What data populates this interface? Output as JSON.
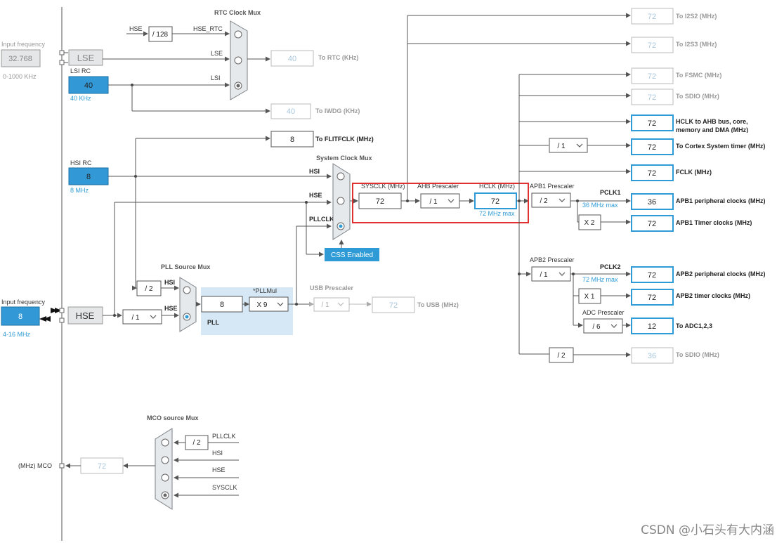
{
  "inputs": {
    "lse_input_label": "Input frequency",
    "lse_input_value": "32.768",
    "lse_input_range": "0-1000 KHz",
    "hse_input_label": "Input frequency",
    "hse_input_value": "8",
    "hse_input_range": "4-16 MHz",
    "mco_label": "(MHz) MCO",
    "mco_value": "72"
  },
  "oscillators": {
    "lse": "LSE",
    "lsi_title": "LSI RC",
    "lsi_value": "40",
    "lsi_unit": "40 KHz",
    "hsi_title": "HSI RC",
    "hsi_value": "8",
    "hsi_unit": "8 MHz",
    "hse": "HSE"
  },
  "rtc": {
    "title": "RTC Clock Mux",
    "hse_label": "HSE",
    "div128": "/ 128",
    "hse_rtc": "HSE_RTC",
    "lse_label": "LSE",
    "lsi_label": "LSI",
    "rtc_value": "40",
    "rtc_out": "To RTC (KHz)",
    "iwdg_value": "40",
    "iwdg_out": "To IWDG (KHz)",
    "flit_value": "8",
    "flit_out": "To FLITFCLK (MHz)"
  },
  "sysmux": {
    "title": "System Clock Mux",
    "hsi": "HSI",
    "hse": "HSE",
    "pllclk": "PLLCLK",
    "css": "CSS Enabled"
  },
  "pll": {
    "title": "PLL Source Mux",
    "hsi": "HSI",
    "hse": "HSE",
    "div2": "/ 2",
    "hse_div": "/ 1",
    "pll_in": "8",
    "pllmul_label": "*PLLMul",
    "pllmul": "X 9",
    "pll_label": "PLL"
  },
  "usb": {
    "title": "USB Prescaler",
    "div": "/ 1",
    "value": "72",
    "out": "To USB (MHz)"
  },
  "core": {
    "sysclk_label": "SYSCLK (MHz)",
    "sysclk": "72",
    "ahb_label": "AHB Prescaler",
    "ahb": "/ 1",
    "hclk_label": "HCLK (MHz)",
    "hclk": "72",
    "hclk_max": "72 MHz max"
  },
  "outputs": {
    "i2s2_value": "72",
    "i2s2": "To I2S2 (MHz)",
    "i2s3_value": "72",
    "i2s3": "To I2S3 (MHz)",
    "fsmc_value": "72",
    "fsmc": "To FSMC (MHz)",
    "sdio_value": "72",
    "sdio": "To SDIO (MHz)",
    "hclk_ahb_value": "72",
    "hclk_ahb_1": "HCLK to AHB bus, core,",
    "hclk_ahb_2": "memory and DMA (MHz)",
    "cortex_div": "/ 1",
    "cortex_value": "72",
    "cortex": "To Cortex System timer (MHz)",
    "fclk_value": "72",
    "fclk": "FCLK (MHz)",
    "apb1_label": "APB1 Prescaler",
    "apb1_div": "/ 2",
    "pclk1": "PCLK1",
    "pclk1_max": "36 MHz max",
    "apb1_periph_value": "36",
    "apb1_periph": "APB1 peripheral clocks (MHz)",
    "apb1_timer_mul": "X 2",
    "apb1_timer_value": "72",
    "apb1_timer": "APB1 Timer clocks (MHz)",
    "apb2_label": "APB2 Prescaler",
    "apb2_div": "/ 1",
    "pclk2": "PCLK2",
    "pclk2_max": "72 MHz max",
    "apb2_periph_value": "72",
    "apb2_periph": "APB2 peripheral clocks (MHz)",
    "apb2_timer_mul": "X 1",
    "apb2_timer_value": "72",
    "apb2_timer": "APB2 timer clocks (MHz)",
    "adc_label": "ADC Prescaler",
    "adc_div": "/ 6",
    "adc_value": "12",
    "adc": "To ADC1,2,3",
    "sdio2_div": "/ 2",
    "sdio2_value": "36",
    "sdio2": "To SDIO (MHz)"
  },
  "mco": {
    "title": "MCO source Mux",
    "div2": "/ 2",
    "pllclk": "PLLCLK",
    "hsi": "HSI",
    "hse": "HSE",
    "sysclk": "SYSCLK"
  },
  "watermark": "CSDN @小石头有大内涵",
  "colors": {
    "accent": "#2e9bd6",
    "highlight": "#e03030"
  }
}
